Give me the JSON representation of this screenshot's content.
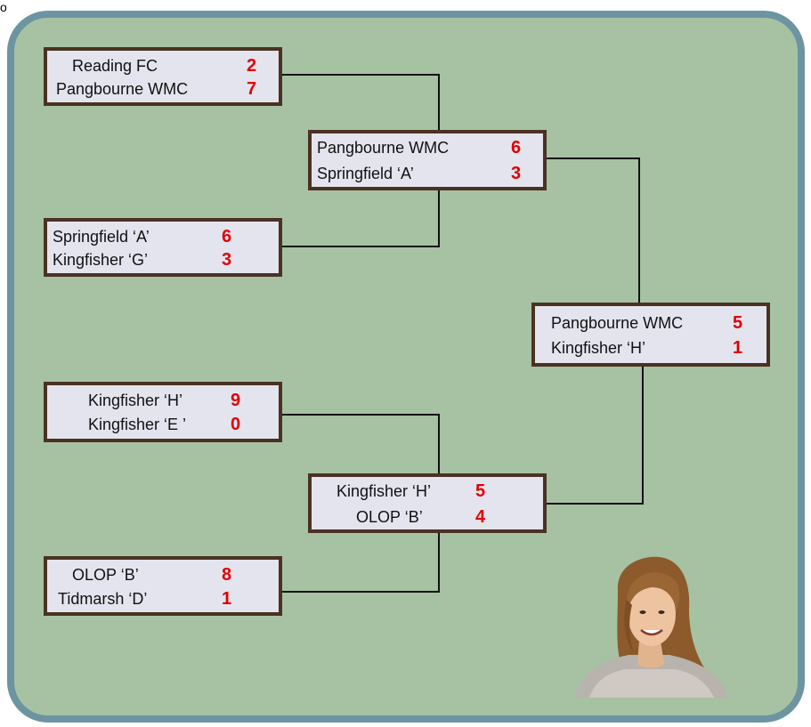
{
  "corner_mark": "o",
  "matches": {
    "r1m1": {
      "teams": [
        "Reading FC",
        "Pangbourne WMC"
      ],
      "scores": [
        "2",
        "7"
      ]
    },
    "r1m2": {
      "teams": [
        "Springfield ‘A’",
        "Kingfisher ‘G’"
      ],
      "scores": [
        "6",
        "3"
      ]
    },
    "r1m3": {
      "teams": [
        "Kingfisher ‘H’",
        "Kingfisher ‘E ’"
      ],
      "scores": [
        "9",
        "0"
      ]
    },
    "r1m4": {
      "teams": [
        "OLOP ‘B’",
        "Tidmarsh ‘D’"
      ],
      "scores": [
        "8",
        "1"
      ]
    },
    "r2m1": {
      "teams": [
        "Pangbourne WMC",
        "Springfield ‘A’"
      ],
      "scores": [
        "6",
        "3"
      ]
    },
    "r2m2": {
      "teams": [
        "Kingfisher ‘H’",
        "OLOP ‘B’"
      ],
      "scores": [
        "5",
        "4"
      ]
    },
    "final": {
      "teams": [
        "Pangbourne WMC",
        "Kingfisher ‘H’"
      ],
      "scores": [
        "5",
        "1"
      ]
    }
  },
  "colors": {
    "board": "#a7c1a3",
    "board_border": "#6c95a1",
    "box_fill": "#e4e4ee",
    "box_border": "#4a3222",
    "score": "#e00000"
  },
  "photo": {
    "icon": "person-photo-icon"
  }
}
